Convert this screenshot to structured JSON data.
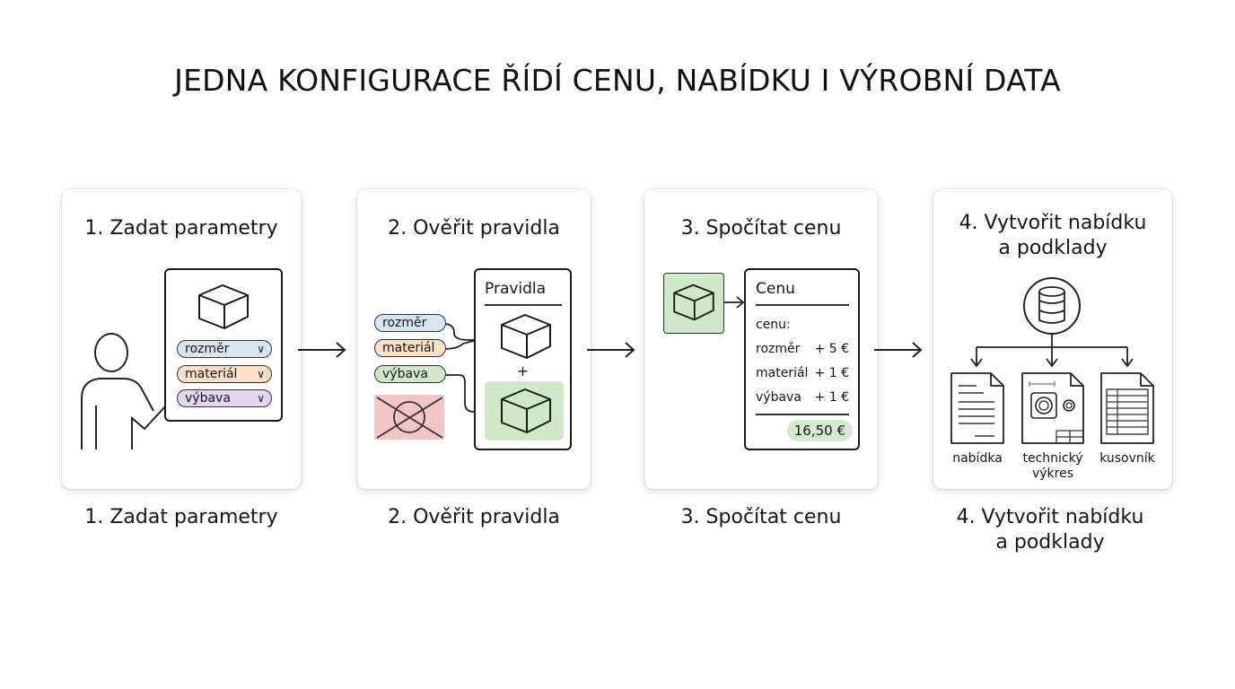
{
  "title": "JEDNA KONFIGURACE ŘÍDÍ CENU, NABÍDKU I VÝROBNÍ DATA",
  "colors": {
    "blue_pill": "#d7e7f2",
    "orange_pill": "#fbe0c8",
    "purple_pill": "#e3d6ec",
    "green_fill": "#cfe8c8",
    "red_fill": "#f4c5c5",
    "price_badge": "#d2ebcd"
  },
  "steps": [
    {
      "title": "1. Zadat parametry",
      "caption": "1. Zadat parametry",
      "fields": [
        "rozměr",
        "materiál",
        "výbava"
      ]
    },
    {
      "title": "2. Ověřit pravidla",
      "caption": "2. Ověřit pravidla",
      "panel_title": "Pravidla",
      "fields": [
        "rozměr",
        "materiál",
        "výbava"
      ],
      "plus": "+"
    },
    {
      "title": "3. Spočítat cenu",
      "caption": "3. Spočítat cenu",
      "panel_title": "Cenu",
      "subtitle": "cenu:",
      "rows": [
        {
          "label": "rozměr",
          "value": "+ 5 €"
        },
        {
          "label": "materiál",
          "value": "+ 1 €"
        },
        {
          "label": "výbava",
          "value": "+ 1 €"
        }
      ],
      "total": "16,50 €"
    },
    {
      "title_line1": "4. Vytvořit nabídku",
      "title_line2": "a podklady",
      "caption_line1": "4. Vytvořit nabídku",
      "caption_line2": "a podklady",
      "outputs": [
        {
          "line1": "nabídka",
          "line2": ""
        },
        {
          "line1": "technický",
          "line2": "výkres"
        },
        {
          "line1": "kusovník",
          "line2": ""
        }
      ]
    }
  ]
}
